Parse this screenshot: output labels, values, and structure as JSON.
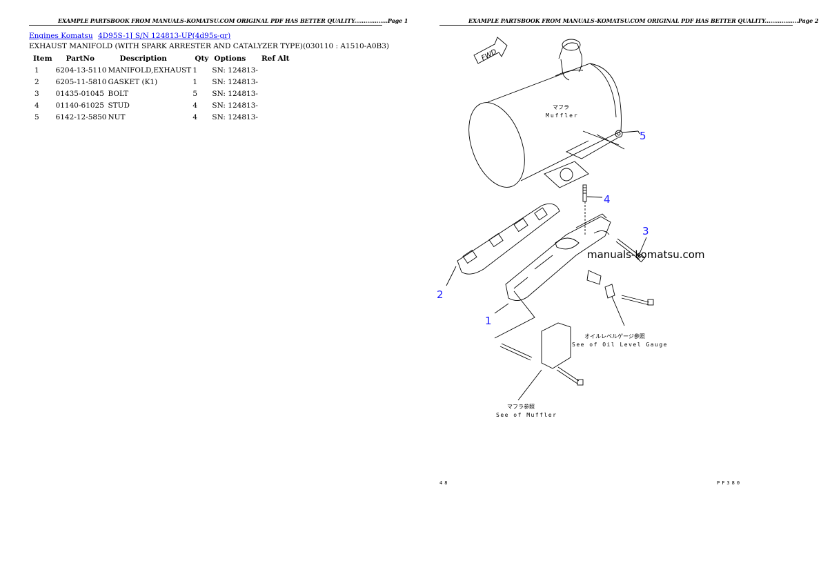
{
  "header": {
    "page1_text": "EXAMPLE PARTSBOOK FROM MANUALS-KOMATSU.COM ORIGINAL PDF HAS BETTER QUALITY..................Page 1",
    "page2_text": "EXAMPLE PARTSBOOK FROM MANUALS-KOMATSU.COM ORIGINAL PDF HAS BETTER QUALITY..................Page 2"
  },
  "breadcrumb": {
    "link1": "Engines Komatsu",
    "link2": "4D95S-1J S/N 124813-UP(4d95s-gr)"
  },
  "section_title": "EXHAUST MANIFOLD (WITH SPARK ARRESTER AND CATALYZER TYPE)(030110 : A1510-A0B3)",
  "table": {
    "headers": [
      "Item",
      "PartNo",
      "Description",
      "Qty",
      "Options",
      "Ref Alt"
    ],
    "rows": [
      {
        "item": "1",
        "partno": "6204-13-5110",
        "description": "MANIFOLD,EXHAUST",
        "qty": "1",
        "options": "SN: 124813-",
        "refalt": ""
      },
      {
        "item": "2",
        "partno": "6205-11-5810",
        "description": "GASKET (K1)",
        "qty": "1",
        "options": "SN: 124813-",
        "refalt": ""
      },
      {
        "item": "3",
        "partno": "01435-01045",
        "description": "BOLT",
        "qty": "5",
        "options": "SN: 124813-",
        "refalt": ""
      },
      {
        "item": "4",
        "partno": "01140-61025",
        "description": "STUD",
        "qty": "4",
        "options": "SN: 124813-",
        "refalt": ""
      },
      {
        "item": "5",
        "partno": "6142-12-5850",
        "description": "NUT",
        "qty": "4",
        "options": "SN: 124813-",
        "refalt": ""
      }
    ]
  },
  "diagram": {
    "fwd_label": "FWD",
    "muffler_jp": "マフラ",
    "muffler_en": "Muffler",
    "watermark": "manuals-komatsu.com",
    "oil_gauge_jp": "オイルレベルゲージ参照",
    "oil_gauge_en": "See of Oil Level Gauge",
    "see_muffler_jp": "マフラ参照",
    "see_muffler_en": "See of Muffler",
    "callouts": [
      "1",
      "2",
      "3",
      "4",
      "5"
    ]
  },
  "footer": {
    "left": "48",
    "right": "PF380"
  },
  "colors": {
    "link": "#0000ee",
    "callout": "#1a1aff"
  }
}
